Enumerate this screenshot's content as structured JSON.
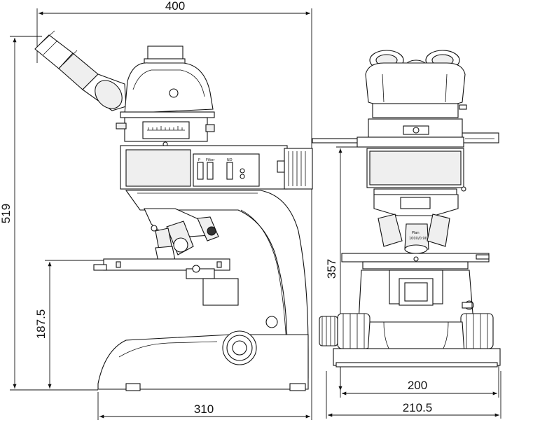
{
  "dimensions": {
    "total_width": "400",
    "total_height": "519",
    "stage_height": "187.5",
    "right_view_height": "357",
    "base_width_left": "310",
    "base_width_right": "210.5",
    "right_view_width": "200"
  },
  "panel_labels": {
    "p": "P",
    "filter": "Filter",
    "nd": "ND"
  },
  "objective_labels": {
    "plan": "Plan",
    "magnification": "100X/0.90"
  }
}
